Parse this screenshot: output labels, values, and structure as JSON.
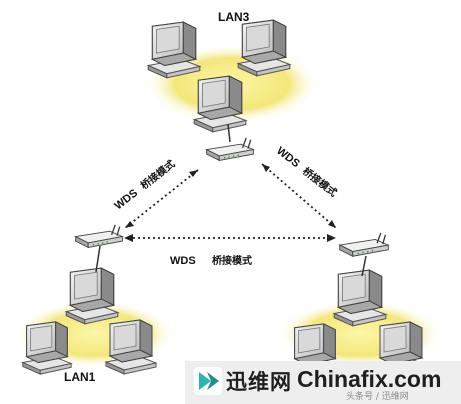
{
  "lans": [
    {
      "label": "LAN3"
    },
    {
      "label": "LAN1"
    }
  ],
  "links": [
    {
      "label": "WDS",
      "mode": "桥接模式"
    },
    {
      "label": "WDS",
      "mode": "桥接模式"
    },
    {
      "label": "WDS",
      "mode": "桥接模式"
    }
  ],
  "watermark": {
    "brand_cn": "迅维网",
    "brand_en": "Chinafix.com",
    "faint": "头条号 / 迅维网"
  },
  "colors": {
    "lan_glow": "#f3e77a",
    "arrow": "#222222",
    "watermark_logo": "#2bb5b0"
  }
}
